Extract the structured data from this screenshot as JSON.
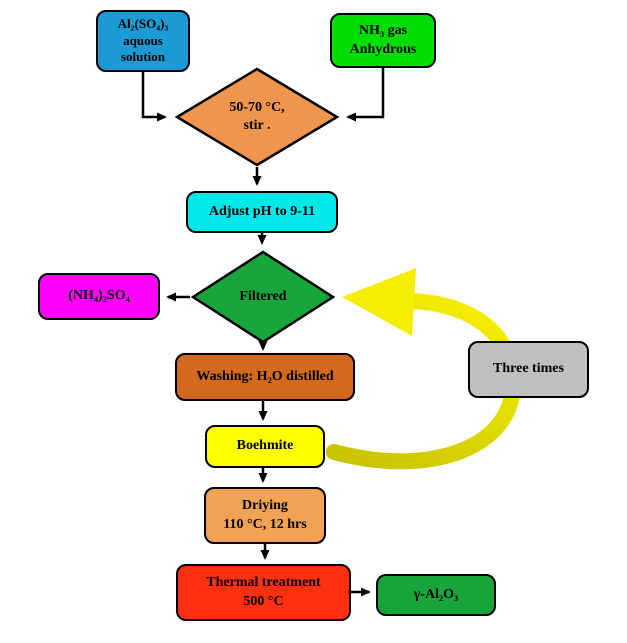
{
  "nodes": {
    "al_sulfate": {
      "label": "Al₂(SO₄)₃\naquous\nsolution",
      "color": "#1b9ad6"
    },
    "nh3_gas": {
      "label": "NH₃ gas\nAnhydrous",
      "color": "#00dd00"
    },
    "stir": {
      "label": "50-70 °C,\nstir .",
      "color": "#f0954e"
    },
    "adjust_ph": {
      "label": "Adjust pH to 9-11",
      "color": "#00e8e8"
    },
    "filtered": {
      "label": "Filtered",
      "color": "#18a53c"
    },
    "ammonium_sulfate": {
      "label": "(NH₄)₂SO₄",
      "color": "#ff00ff"
    },
    "washing": {
      "label": "Washing: H₂O distilled",
      "color": "#d2691e"
    },
    "boehmite": {
      "label": "Boehmite",
      "color": "#ffff00"
    },
    "drying": {
      "label": "Driying\n110 °C, 12 hrs",
      "color": "#f2a254"
    },
    "thermal": {
      "label": "Thermal treatment\n500 °C",
      "color": "#ff2f10"
    },
    "gamma_alumina": {
      "label": "γ-Al₂O₃",
      "color": "#18a53c"
    },
    "three_times": {
      "label": "Three times",
      "color": "#bfbfbf"
    }
  },
  "colors": {
    "connector": "#000000",
    "loop_arrow_bright": "#f5ee00",
    "loop_arrow_dark": "#c9c400",
    "background": "#ffffff"
  }
}
